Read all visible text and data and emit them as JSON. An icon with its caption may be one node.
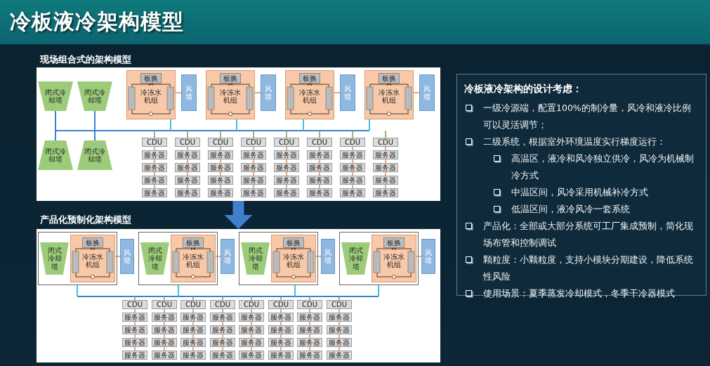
{
  "diagram": {
    "title": "冷板液冷架构模型",
    "nodes": [
      {
        "text": [],
        "shape": "box"
      },
      {
        "text": [
          "闭式冷却塔"
        ],
        "in": 0
      },
      {
        "text": [
          "闭式冷却塔"
        ],
        "in": 0
      },
      {
        "text": [
          "闭式冷却塔"
        ],
        "in": 0
      },
      {
        "text": [
          "闭式冷却塔"
        ],
        "in": 0
      },
      {
        "text": [],
        "shape": "box",
        "in": 0
      },
      {
        "text": [
          "板换"
        ],
        "in": 5
      },
      {
        "text": [
          "冷冻水机组"
        ],
        "in": 5
      },
      {
        "text": [
          "风墙"
        ],
        "in": 0
      },
      {
        "text": [],
        "shape": "box",
        "in": 0
      },
      {
        "text": [
          "板换"
        ],
        "in": 9
      },
      {
        "text": [
          "冷冻水机组"
        ],
        "in": 9
      },
      {
        "text": [
          "风墙"
        ],
        "in": 0
      },
      {
        "text": [],
        "shape": "box",
        "in": 0
      },
      {
        "text": [
          "板换"
        ],
        "in": 13
      },
      {
        "text": [
          "冷冻水机组"
        ],
        "in": 13
      },
      {
        "text": [
          "风墙"
        ],
        "in": 0
      },
      {
        "text": [],
        "shape": "box",
        "in": 0
      },
      {
        "text": [
          "板换"
        ],
        "in": 17
      },
      {
        "text": [
          "冷冻水机组"
        ],
        "in": 17
      },
      {
        "text": [
          "风墙"
        ],
        "in": 0
      },
      {
        "text": [
          "CDU"
        ],
        "in": 0
      },
      {
        "text": [
          "服务器"
        ],
        "in": 0
      },
      {
        "text": [
          "服务器"
        ],
        "in": 0
      },
      {
        "text": [
          "服务器"
        ],
        "in": 0
      },
      {
        "text": [
          "服务器"
        ],
        "in": 0
      },
      {
        "text": [
          "CDU"
        ],
        "in": 0
      },
      {
        "text": [
          "服务器"
        ],
        "in": 0
      },
      {
        "text": [
          "服务器"
        ],
        "in": 0
      },
      {
        "text": [
          "服务器"
        ],
        "in": 0
      },
      {
        "text": [
          "服务器"
        ],
        "in": 0
      },
      {
        "text": [
          "CDU"
        ],
        "in": 0
      },
      {
        "text": [
          "服务器"
        ],
        "in": 0
      },
      {
        "text": [
          "服务器"
        ],
        "in": 0
      },
      {
        "text": [
          "服务器"
        ],
        "in": 0
      },
      {
        "text": [
          "服务器"
        ],
        "in": 0
      },
      {
        "text": [
          "CDU"
        ],
        "in": 0
      },
      {
        "text": [
          "服务器"
        ],
        "in": 0
      },
      {
        "text": [
          "服务器"
        ],
        "in": 0
      },
      {
        "text": [
          "服务器"
        ],
        "in": 0
      },
      {
        "text": [
          "服务器"
        ],
        "in": 0
      },
      {
        "text": [
          "CDU"
        ],
        "in": 0
      },
      {
        "text": [
          "服务器"
        ],
        "in": 0
      },
      {
        "text": [
          "服务器"
        ],
        "in": 0
      },
      {
        "text": [
          "服务器"
        ],
        "in": 0
      },
      {
        "text": [
          "服务器"
        ],
        "in": 0
      },
      {
        "text": [
          "CDU"
        ],
        "in": 0
      },
      {
        "text": [
          "服务器"
        ],
        "in": 0
      },
      {
        "text": [
          "服务器"
        ],
        "in": 0
      },
      {
        "text": [
          "服务器"
        ],
        "in": 0
      },
      {
        "text": [
          "服务器"
        ],
        "in": 0
      },
      {
        "text": [
          "CDU"
        ],
        "in": 0
      },
      {
        "text": [
          "服务器"
        ],
        "in": 0
      },
      {
        "text": [
          "服务器"
        ],
        "in": 0
      },
      {
        "text": [
          "服务器"
        ],
        "in": 0
      },
      {
        "text": [
          "服务器"
        ],
        "in": 0
      },
      {
        "text": [
          "CDU"
        ],
        "in": 0
      },
      {
        "text": [
          "服务器"
        ],
        "in": 0
      },
      {
        "text": [
          "服务器"
        ],
        "in": 0
      },
      {
        "text": [
          "服务器"
        ],
        "in": 0
      },
      {
        "text": [
          "服务器"
        ],
        "in": 0
      },
      {
        "text": [],
        "shape": "box"
      },
      {
        "text": [],
        "shape": "box",
        "in": 61
      },
      {
        "text": [
          "闭式冷却塔"
        ],
        "in": 62
      },
      {
        "text": [],
        "shape": "box",
        "in": 62
      },
      {
        "text": [
          "板换"
        ],
        "in": 64
      },
      {
        "text": [
          "冷冻水机组"
        ],
        "in": 64
      },
      {
        "text": [
          "风墙"
        ],
        "in": 61
      },
      {
        "text": [],
        "shape": "box",
        "in": 61
      },
      {
        "text": [
          "闭式冷却塔"
        ],
        "in": 68
      },
      {
        "text": [],
        "shape": "box",
        "in": 68
      },
      {
        "text": [
          "板换"
        ],
        "in": 70
      },
      {
        "text": [
          "冷冻水机组"
        ],
        "in": 70
      },
      {
        "text": [
          "风墙"
        ],
        "in": 61
      },
      {
        "text": [],
        "shape": "box",
        "in": 61
      },
      {
        "text": [
          "闭式冷却塔"
        ],
        "in": 74
      },
      {
        "text": [],
        "shape": "box",
        "in": 74
      },
      {
        "text": [
          "板换"
        ],
        "in": 76
      },
      {
        "text": [
          "冷冻水机组"
        ],
        "in": 76
      },
      {
        "text": [
          "风墙"
        ],
        "in": 61
      },
      {
        "text": [],
        "shape": "box",
        "in": 61
      },
      {
        "text": [
          "闭式冷却塔"
        ],
        "in": 80
      },
      {
        "text": [],
        "shape": "box",
        "in": 80
      },
      {
        "text": [
          "板换"
        ],
        "in": 82
      },
      {
        "text": [
          "冷冻水机组"
        ],
        "in": 82
      },
      {
        "text": [
          "风墙"
        ],
        "in": 61
      },
      {
        "text": [
          "CDU"
        ],
        "in": 61
      },
      {
        "text": [
          "服务器"
        ],
        "in": 61
      },
      {
        "text": [
          "服务器"
        ],
        "in": 61
      },
      {
        "text": [
          "服务器"
        ],
        "in": 61
      },
      {
        "text": [
          "服务器"
        ],
        "in": 61
      },
      {
        "text": [
          "CDU"
        ],
        "in": 61
      },
      {
        "text": [
          "服务器"
        ],
        "in": 61
      },
      {
        "text": [
          "服务器"
        ],
        "in": 61
      },
      {
        "text": [
          "服务器"
        ],
        "in": 61
      },
      {
        "text": [
          "服务器"
        ],
        "in": 61
      },
      {
        "text": [
          "CDU"
        ],
        "in": 61
      },
      {
        "text": [
          "服务器"
        ],
        "in": 61
      },
      {
        "text": [
          "服务器"
        ],
        "in": 61
      },
      {
        "text": [
          "服务器"
        ],
        "in": 61
      },
      {
        "text": [
          "服务器"
        ],
        "in": 61
      },
      {
        "text": [
          "CDU"
        ],
        "in": 61
      },
      {
        "text": [
          "服务器"
        ],
        "in": 61
      },
      {
        "text": [
          "服务器"
        ],
        "in": 61
      },
      {
        "text": [
          "服务器"
        ],
        "in": 61
      },
      {
        "text": [
          "服务器"
        ],
        "in": 61
      },
      {
        "text": [
          "CDU"
        ],
        "in": 61
      },
      {
        "text": [
          "服务器"
        ],
        "in": 61
      },
      {
        "text": [
          "服务器"
        ],
        "in": 61
      },
      {
        "text": [
          "服务器"
        ],
        "in": 61
      },
      {
        "text": [
          "服务器"
        ],
        "in": 61
      },
      {
        "text": [
          "CDU"
        ],
        "in": 61
      },
      {
        "text": [
          "服务器"
        ],
        "in": 61
      },
      {
        "text": [
          "服务器"
        ],
        "in": 61
      },
      {
        "text": [
          "服务器"
        ],
        "in": 61
      },
      {
        "text": [
          "服务器"
        ],
        "in": 61
      },
      {
        "text": [
          "CDU"
        ],
        "in": 61
      },
      {
        "text": [
          "服务器"
        ],
        "in": 61
      },
      {
        "text": [
          "服务器"
        ],
        "in": 61
      },
      {
        "text": [
          "服务器"
        ],
        "in": 61
      },
      {
        "text": [
          "服务器"
        ],
        "in": 61
      },
      {
        "text": [
          "CDU"
        ],
        "in": 61
      },
      {
        "text": [
          "服务器"
        ],
        "in": 61
      },
      {
        "text": [
          "服务器"
        ],
        "in": 61
      },
      {
        "text": [
          "服务器"
        ],
        "in": 61
      },
      {
        "text": [
          "服务器"
        ],
        "in": 61
      }
    ],
    "edges": [
      {
        "from": 5,
        "to": 8,
        "arrow": "none"
      },
      {
        "from": 9,
        "to": 12,
        "arrow": "none"
      },
      {
        "from": 13,
        "to": 16,
        "arrow": "none"
      },
      {
        "from": 17,
        "to": 20,
        "arrow": "none"
      },
      {
        "from": 21,
        "to": 22,
        "arrow": "none"
      },
      {
        "from": 22,
        "to": 23,
        "arrow": "none"
      },
      {
        "from": 23,
        "to": 24,
        "arrow": "none"
      },
      {
        "from": 24,
        "to": 25,
        "arrow": "none"
      },
      {
        "from": 26,
        "to": 27,
        "arrow": "none"
      },
      {
        "from": 27,
        "to": 28,
        "arrow": "none"
      },
      {
        "from": 28,
        "to": 29,
        "arrow": "none"
      },
      {
        "from": 29,
        "to": 30,
        "arrow": "none"
      },
      {
        "from": 31,
        "to": 32,
        "arrow": "none"
      },
      {
        "from": 32,
        "to": 33,
        "arrow": "none"
      },
      {
        "from": 33,
        "to": 34,
        "arrow": "none"
      },
      {
        "from": 34,
        "to": 35,
        "arrow": "none"
      },
      {
        "from": 36,
        "to": 37,
        "arrow": "none"
      },
      {
        "from": 37,
        "to": 38,
        "arrow": "none"
      },
      {
        "from": 38,
        "to": 39,
        "arrow": "none"
      },
      {
        "from": 39,
        "to": 40,
        "arrow": "none"
      },
      {
        "from": 41,
        "to": 42,
        "arrow": "none"
      },
      {
        "from": 42,
        "to": 43,
        "arrow": "none"
      },
      {
        "from": 43,
        "to": 44,
        "arrow": "none"
      },
      {
        "from": 44,
        "to": 45,
        "arrow": "none"
      },
      {
        "from": 46,
        "to": 47,
        "arrow": "none"
      },
      {
        "from": 47,
        "to": 48,
        "arrow": "none"
      },
      {
        "from": 48,
        "to": 49,
        "arrow": "none"
      },
      {
        "from": 49,
        "to": 50,
        "arrow": "none"
      },
      {
        "from": 51,
        "to": 52,
        "arrow": "none"
      },
      {
        "from": 52,
        "to": 53,
        "arrow": "none"
      },
      {
        "from": 53,
        "to": 54,
        "arrow": "none"
      },
      {
        "from": 54,
        "to": 55,
        "arrow": "none"
      },
      {
        "from": 56,
        "to": 57,
        "arrow": "none"
      },
      {
        "from": 57,
        "to": 58,
        "arrow": "none"
      },
      {
        "from": 58,
        "to": 59,
        "arrow": "none"
      },
      {
        "from": 59,
        "to": 60,
        "arrow": "none"
      },
      {
        "from": 0,
        "to": 61,
        "arrow": "to",
        "style": "thick",
        "color": "#3f7fd0"
      },
      {
        "from": 64,
        "to": 67,
        "arrow": "none"
      },
      {
        "from": 70,
        "to": 73,
        "arrow": "none"
      },
      {
        "from": 76,
        "to": 79,
        "arrow": "none"
      },
      {
        "from": 82,
        "to": 85,
        "arrow": "none"
      },
      {
        "from": 86,
        "to": 87,
        "arrow": "none"
      },
      {
        "from": 87,
        "to": 88,
        "arrow": "none"
      },
      {
        "from": 88,
        "to": 89,
        "arrow": "none"
      },
      {
        "from": 89,
        "to": 90,
        "arrow": "none"
      },
      {
        "from": 91,
        "to": 92,
        "arrow": "none"
      },
      {
        "from": 92,
        "to": 93,
        "arrow": "none"
      },
      {
        "from": 93,
        "to": 94,
        "arrow": "none"
      },
      {
        "from": 94,
        "to": 95,
        "arrow": "none"
      },
      {
        "from": 96,
        "to": 97,
        "arrow": "none"
      },
      {
        "from": 97,
        "to": 98,
        "arrow": "none"
      },
      {
        "from": 98,
        "to": 99,
        "arrow": "none"
      },
      {
        "from": 99,
        "to": 100,
        "arrow": "none"
      },
      {
        "from": 101,
        "to": 102,
        "arrow": "none"
      },
      {
        "from": 102,
        "to": 103,
        "arrow": "none"
      },
      {
        "from": 103,
        "to": 104,
        "arrow": "none"
      },
      {
        "from": 104,
        "to": 105,
        "arrow": "none"
      },
      {
        "from": 106,
        "to": 107,
        "arrow": "none"
      },
      {
        "from": 107,
        "to": 108,
        "arrow": "none"
      },
      {
        "from": 108,
        "to": 109,
        "arrow": "none"
      },
      {
        "from": 109,
        "to": 110,
        "arrow": "none"
      },
      {
        "from": 111,
        "to": 112,
        "arrow": "none"
      },
      {
        "from": 112,
        "to": 113,
        "arrow": "none"
      },
      {
        "from": 113,
        "to": 114,
        "arrow": "none"
      },
      {
        "from": 114,
        "to": 115,
        "arrow": "none"
      },
      {
        "from": 116,
        "to": 117,
        "arrow": "none"
      },
      {
        "from": 117,
        "to": 118,
        "arrow": "none"
      },
      {
        "from": 118,
        "to": 119,
        "arrow": "none"
      },
      {
        "from": 119,
        "to": 120,
        "arrow": "none"
      },
      {
        "from": 121,
        "to": 122,
        "arrow": "none"
      },
      {
        "from": 122,
        "to": 123,
        "arrow": "none"
      },
      {
        "from": 123,
        "to": 124,
        "arrow": "none"
      },
      {
        "from": 124,
        "to": 125,
        "arrow": "none"
      }
    ],
    "labels": [
      "现场组合式的架构模型",
      "冷板液冷架构的设计考虑：",
      "一级冷源端，配置100%的制冷量，风冷和液冷比例可以灵活调节；",
      "二级系统，根据室外环境温度实行梯度运行：",
      "高温区，液冷和风冷独立供冷，风冷为机械制冷方式",
      "中温区间，风冷采用机械补冷方式",
      "低温区间，液冷风冷一套系统",
      "产品化：全部或大部分系统可工厂集成预制，简化现场布管和控制调试",
      "颗粒度：小颗粒度，支持小模块分期建设，降低系统性风险",
      "使用场景：夏季蒸发冷却模式，冬季干冷器模式",
      "产品化预制化架构模型"
    ]
  }
}
